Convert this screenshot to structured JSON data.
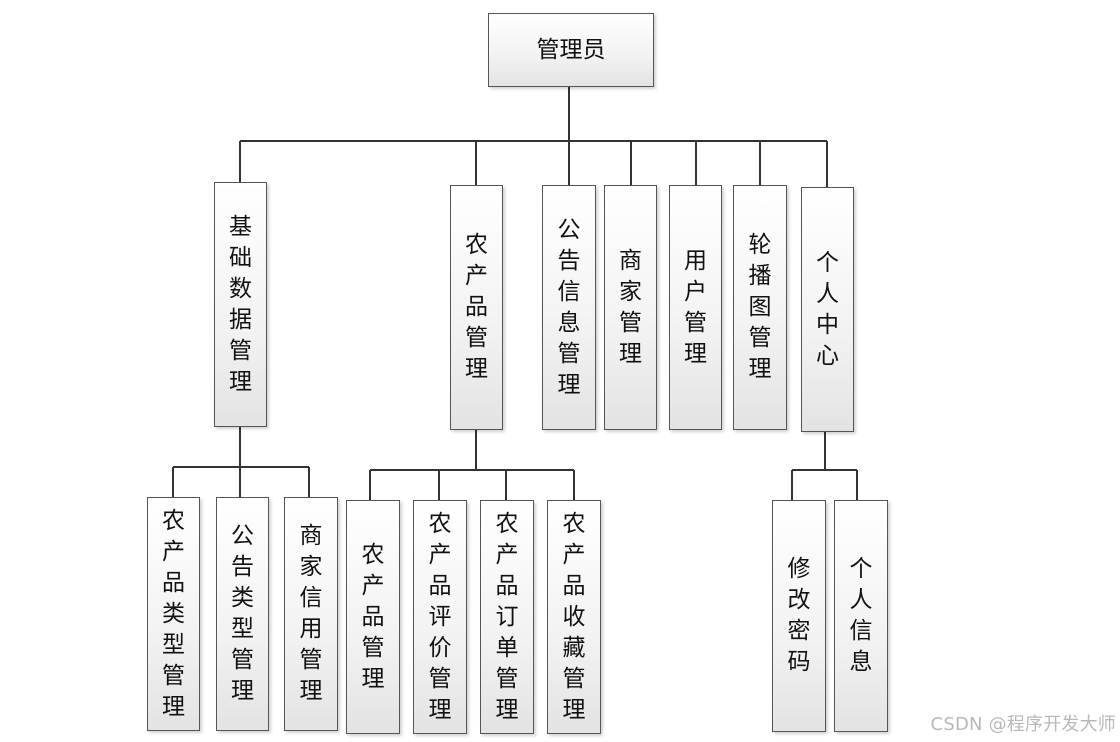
{
  "root": "管理员",
  "level1": [
    "基础数据管理",
    "农产品管理",
    "公告信息管理",
    "商家管理",
    "用户管理",
    "轮播图管理",
    "个人中心"
  ],
  "level2": {
    "basic_data": [
      "农产品类型管理",
      "公告类型管理",
      "商家信用管理"
    ],
    "products": [
      "农产品管理",
      "农产品评价管理",
      "农产品订单管理",
      "农产品收藏管理"
    ],
    "personal_center": [
      "修改密码",
      "个人信息"
    ]
  },
  "watermark": "CSDN @程序开发大师"
}
